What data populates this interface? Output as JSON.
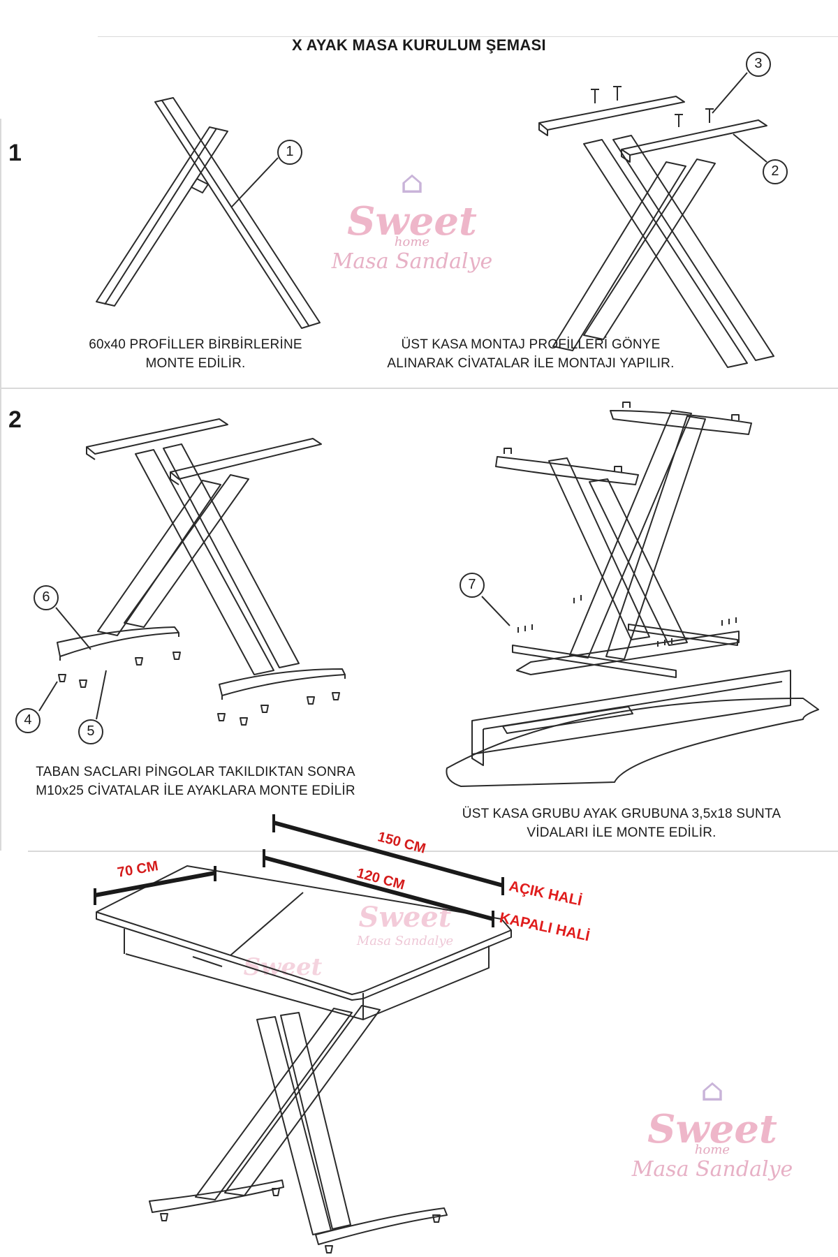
{
  "title": "X AYAK MASA KURULUM ŞEMASI",
  "steps": [
    {
      "number": "1",
      "captions": [
        [
          "60x40 PROFİLLER BİRBİRLERİNE",
          "MONTE EDİLİR."
        ],
        [
          "ÜST KASA MONTAJ PROFİLLERİ GÖNYE",
          "ALINARAK CİVATALAR İLE MONTAJI YAPILIR."
        ]
      ]
    },
    {
      "number": "2",
      "captions": [
        [
          "TABAN SACLARI PİNGOLAR TAKILDIKTAN SONRA",
          "M10x25 CİVATALAR İLE AYAKLARA MONTE EDİLİR"
        ],
        [
          "ÜST KASA GRUBU AYAK GRUBUNA 3,5x18 SUNTA",
          "VİDALARI İLE MONTE EDİLİR."
        ]
      ]
    }
  ],
  "callouts": [
    "1",
    "2",
    "3",
    "4",
    "5",
    "6",
    "7"
  ],
  "dimensions": {
    "width": "70 CM",
    "open_length": "150 CM",
    "closed_length": "120 CM",
    "open_state": "AÇIK HALİ",
    "closed_state": "KAPALI HALİ"
  },
  "watermark": {
    "brand": "Sweet",
    "sub": "home",
    "tagline": "Masa Sandalye"
  },
  "colors": {
    "line": "#2a2a2a",
    "dimension_label": "#d41a1a",
    "watermark": "#eeb6c9"
  }
}
